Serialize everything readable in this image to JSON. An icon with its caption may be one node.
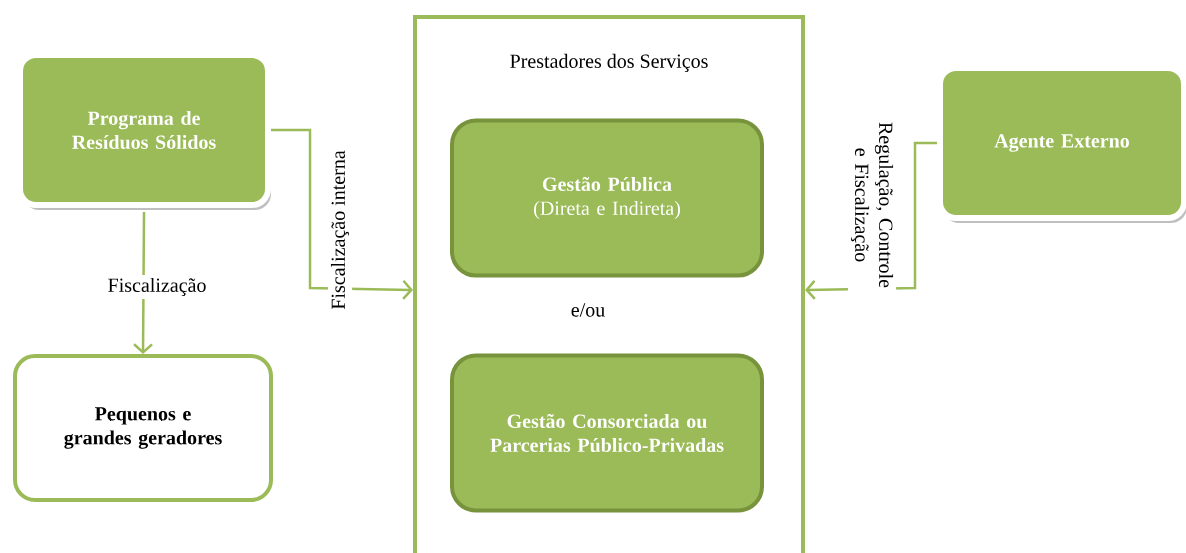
{
  "diagram": {
    "nodes": [
      {
        "text": [
          "Programa de Resíduos Sólidos"
        ]
      },
      {
        "text": [
          "Pequenos e grandes geradores"
        ]
      },
      {
        "text": [
          "Prestadores dos Serviços"
        ]
      },
      {
        "text": [
          "Gestão Pública",
          "(Direta e Indireta)"
        ],
        "in": 2
      },
      {
        "text": [
          "Gestão Consorciada ou Parcerias Público-Privadas"
        ],
        "in": 2
      },
      {
        "text": [
          "Agente Externo"
        ]
      }
    ],
    "edges": [
      {
        "from": 0,
        "to": 1,
        "arrow": "to",
        "label": "Fiscalização"
      },
      {
        "from": 0,
        "to": 2,
        "arrow": "to",
        "label": "Fiscalização interna"
      },
      {
        "from": 5,
        "to": 2,
        "arrow": "to",
        "label": "Regulação, Controle e Fiscalização"
      }
    ],
    "labels": [
      "e/ou"
    ]
  }
}
